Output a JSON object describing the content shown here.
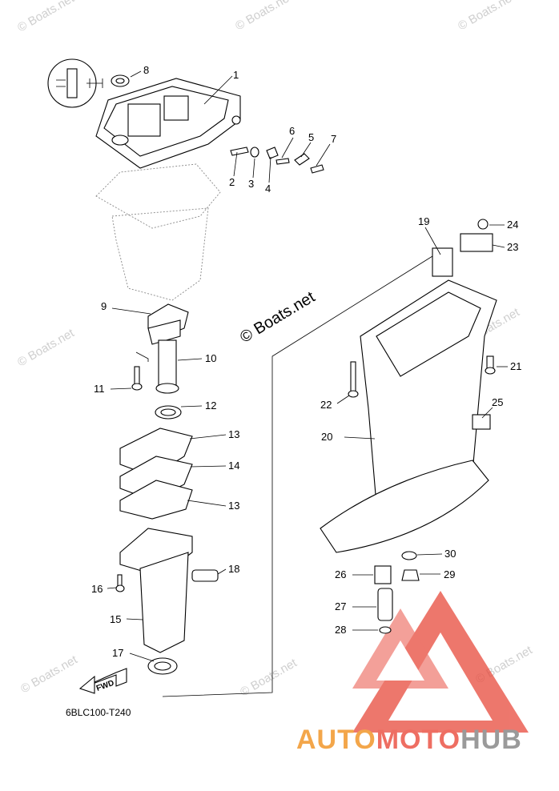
{
  "watermark_text": "© Boats.net",
  "center_watermark": "© Boats.net",
  "diagram_code": "6BLC100-T240",
  "fwd_label": "FWD",
  "brand": {
    "part1": "AUTO",
    "part2": "MOTO",
    "part3": "HUB",
    "accent_color": "#e84a3c",
    "secondary_color": "#f3a64a"
  },
  "callouts": [
    {
      "id": "1",
      "label": "1"
    },
    {
      "id": "2",
      "label": "2"
    },
    {
      "id": "3",
      "label": "3"
    },
    {
      "id": "4",
      "label": "4"
    },
    {
      "id": "5",
      "label": "5"
    },
    {
      "id": "6",
      "label": "6"
    },
    {
      "id": "7",
      "label": "7"
    },
    {
      "id": "8",
      "label": "8"
    },
    {
      "id": "9",
      "label": "9"
    },
    {
      "id": "10",
      "label": "10"
    },
    {
      "id": "11",
      "label": "11"
    },
    {
      "id": "12",
      "label": "12"
    },
    {
      "id": "13a",
      "label": "13"
    },
    {
      "id": "13b",
      "label": "13"
    },
    {
      "id": "14",
      "label": "14"
    },
    {
      "id": "15",
      "label": "15"
    },
    {
      "id": "16",
      "label": "16"
    },
    {
      "id": "17",
      "label": "17"
    },
    {
      "id": "18",
      "label": "18"
    },
    {
      "id": "19",
      "label": "19"
    },
    {
      "id": "20",
      "label": "20"
    },
    {
      "id": "21",
      "label": "21"
    },
    {
      "id": "22",
      "label": "22"
    },
    {
      "id": "23",
      "label": "23"
    },
    {
      "id": "24",
      "label": "24"
    },
    {
      "id": "25",
      "label": "25"
    },
    {
      "id": "26",
      "label": "26"
    },
    {
      "id": "27",
      "label": "27"
    },
    {
      "id": "28",
      "label": "28"
    },
    {
      "id": "29",
      "label": "29"
    },
    {
      "id": "30",
      "label": "30"
    }
  ]
}
